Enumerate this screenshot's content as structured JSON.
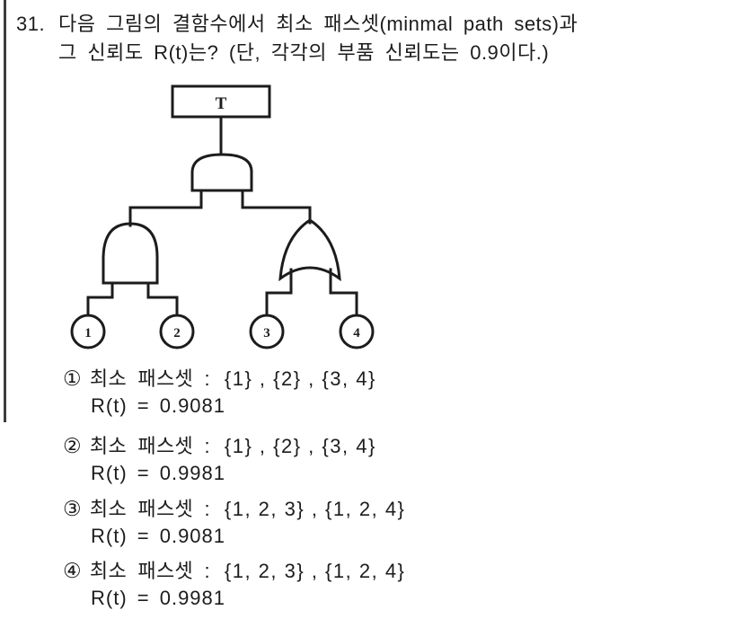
{
  "page": {
    "background": "#ffffff",
    "text_color": "#1c1c1c",
    "rule_color": "#3d3d3d"
  },
  "question": {
    "number": "31.",
    "line1": "다음 그림의 결함수에서 최소 패스셋(minmal path sets)과",
    "line2": "그 신뢰도 R(t)는? (단, 각각의 부품 신뢰도는 0.9이다.)"
  },
  "fault_tree": {
    "top_event_label": "T",
    "top_gate_type": "AND",
    "left_gate_type": "AND",
    "right_gate_type": "OR",
    "basic_events": [
      "1",
      "2",
      "3",
      "4"
    ]
  },
  "choices": [
    {
      "marker": "①",
      "label": "최소 패스셋 :",
      "sets": "{1} , {2} , {3, 4}",
      "reliability": "R(t) = 0.9081"
    },
    {
      "marker": "②",
      "label": "최소 패스셋 :",
      "sets": "{1} , {2} , {3, 4}",
      "reliability": "R(t) = 0.9981"
    },
    {
      "marker": "③",
      "label": "최소 패스셋 :",
      "sets": "{1, 2, 3} , {1, 2, 4}",
      "reliability": "R(t) = 0.9081"
    },
    {
      "marker": "④",
      "label": "최소 패스셋 :",
      "sets": "{1, 2, 3} , {1, 2, 4}",
      "reliability": "R(t) = 0.9981"
    }
  ]
}
